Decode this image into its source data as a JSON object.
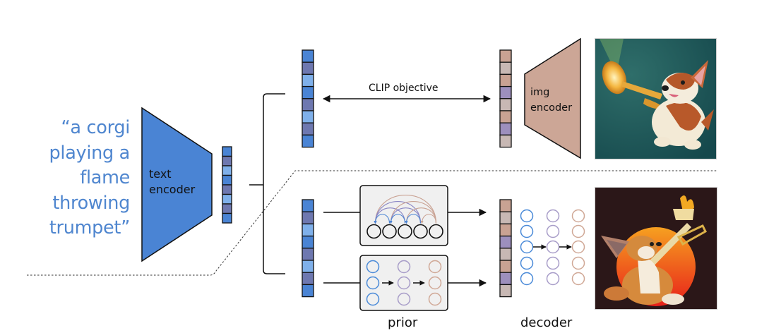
{
  "caption": {
    "lines": [
      "“a corgi",
      "playing a",
      "flame",
      "throwing",
      "trumpet”"
    ]
  },
  "text_encoder": {
    "line1": "text",
    "line2": "encoder"
  },
  "img_encoder": {
    "line1": "img",
    "line2": "encoder"
  },
  "clip_objective": {
    "label": "CLIP objective"
  },
  "prior": {
    "label": "prior"
  },
  "decoder": {
    "label": "decoder"
  },
  "images": {
    "top": {
      "description": "corgi playing a glowing golden trumpet on teal background"
    },
    "bottom": {
      "description": "corgi playing a flaming trumpet in front of an orange sun on dark background"
    }
  },
  "colors": {
    "text_blue": "#4f86cf",
    "encoder_blue": "#4a84d4",
    "img_encoder_tan": "#cca696",
    "cell_blue": "#4a84d4",
    "cell_slate": "#6e78b0",
    "cell_light": "#7fb0ea",
    "cell_tan": "#c9a293",
    "cell_gray": "#c8b8b4",
    "cell_purple": "#9d8fbd",
    "node_blue": "#4a8ad8",
    "node_purple": "#a79cc8",
    "node_tan": "#d0a896",
    "box_fill": "#f0f0f0"
  },
  "embeddings": {
    "text_pattern": [
      "blue",
      "slate",
      "light",
      "blue",
      "slate",
      "light",
      "slate",
      "blue"
    ],
    "image_pattern": [
      "tan",
      "gray",
      "tan",
      "purple",
      "gray",
      "tan",
      "purple",
      "gray"
    ]
  }
}
